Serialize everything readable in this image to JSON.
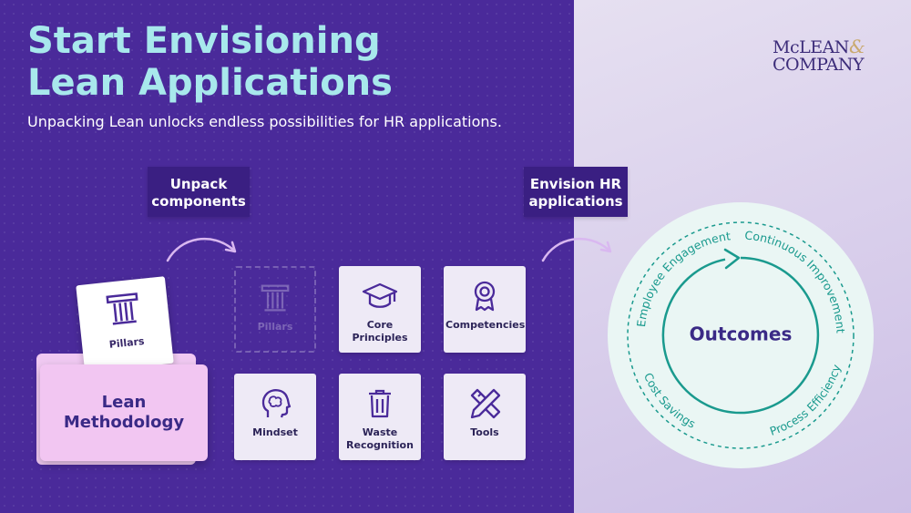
{
  "header": {
    "title_line1": "Start Envisioning",
    "title_line2": "Lean Applications",
    "subtitle": "Unpacking Lean unlocks endless possibilities for HR applications."
  },
  "logo": {
    "line1": "McLEAN",
    "ampersand": "&",
    "line2": "COMPANY"
  },
  "steps": {
    "unpack": {
      "line1": "Unpack",
      "line2": "components"
    },
    "envision": {
      "line1": "Envision HR",
      "line2": "applications"
    }
  },
  "folder": {
    "label_line1": "Lean",
    "label_line2": "Methodology",
    "card_label": "Pillars"
  },
  "components": [
    {
      "label_lines": [
        "Pillars"
      ],
      "icon": "pillar-icon",
      "state": "faded"
    },
    {
      "label_lines": [
        "Core",
        "Principles"
      ],
      "icon": "graduation-cap-icon"
    },
    {
      "label_lines": [
        "Competencies"
      ],
      "icon": "award-ribbon-icon"
    },
    {
      "label_lines": [
        "Mindset"
      ],
      "icon": "head-brain-icon"
    },
    {
      "label_lines": [
        "Waste",
        "Recognition"
      ],
      "icon": "trash-can-icon"
    },
    {
      "label_lines": [
        "Tools"
      ],
      "icon": "ruler-pencil-icon"
    }
  ],
  "outcomes": {
    "center_label": "Outcomes",
    "ring_labels": {
      "top_left": "Employee Engagement",
      "top_right": "Continuous Improvement",
      "bottom_right": "Process Efficiency",
      "bottom_left": "Cost Savings"
    }
  },
  "colors": {
    "left_background": "#4a2a9a",
    "title": "#a8e8ec",
    "label_box": "#3a1f82",
    "card": "#eeeaf6",
    "folder": "#f2c6f2",
    "teal": "#1a9a8e",
    "outcome_text": "#3a2a86"
  }
}
